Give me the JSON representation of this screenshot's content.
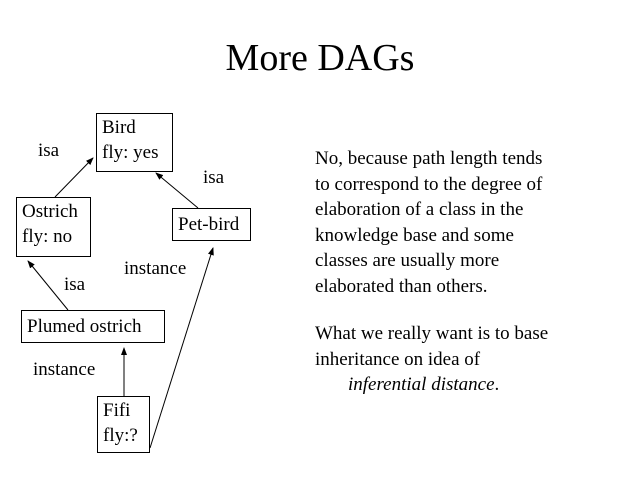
{
  "title": "More DAGs",
  "diagram": {
    "nodes": {
      "bird": [
        "Bird",
        "fly: yes"
      ],
      "ostrich": [
        "Ostrich",
        "fly: no"
      ],
      "pet_bird": [
        "Pet-bird"
      ],
      "plumed_ostrich": [
        "Plumed ostrich"
      ],
      "fifi": [
        "Fifi",
        "fly:?"
      ]
    },
    "edge_labels": {
      "ostrich_bird": "isa",
      "petbird_bird": "isa",
      "fifi_petbird": "instance",
      "plumed_ostrich": "isa",
      "fifi_plumed": "instance"
    }
  },
  "text": {
    "para1": [
      "No, because path length tends",
      "to correspond to the degree of",
      "elaboration of a class in the",
      "knowledge base and some",
      "classes are usually more",
      "elaborated than others."
    ],
    "para2": [
      "What we really want is to base",
      "inheritance on idea of"
    ],
    "para2_emph": "inferential distance",
    "para2_end": "."
  }
}
